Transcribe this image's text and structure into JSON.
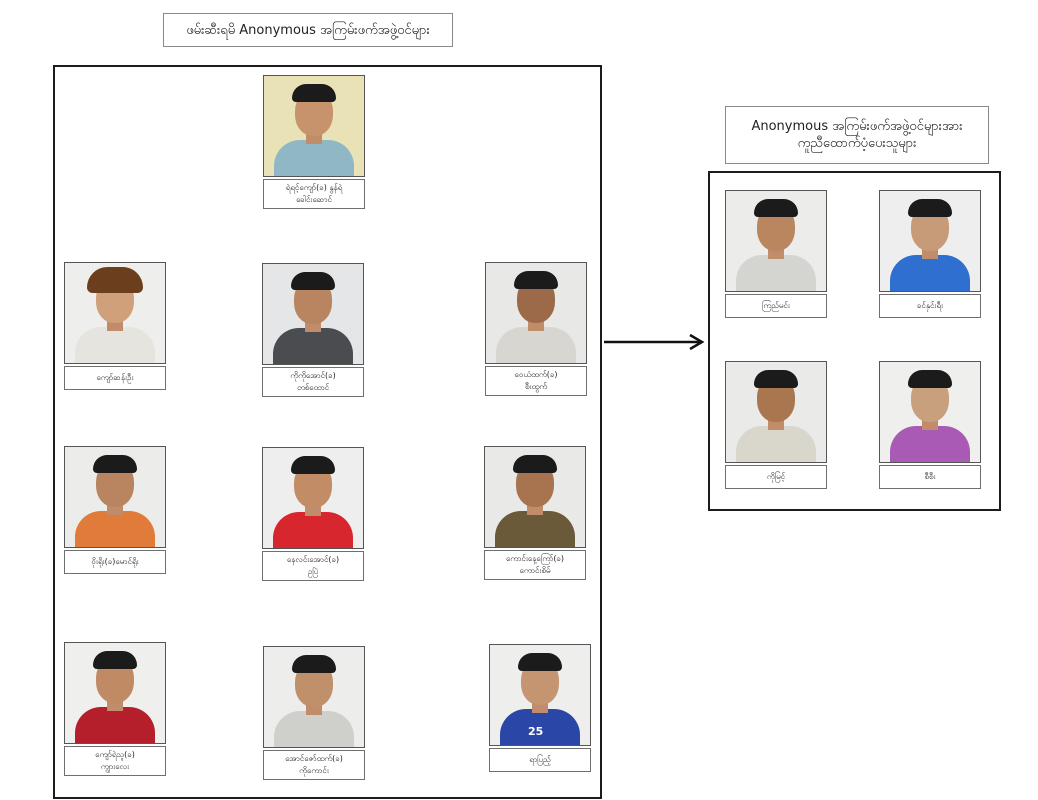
{
  "left_title": "ဖမ်းဆီးရမိ Anonymous အကြမ်းဖက်အဖွဲ့ဝင်များ",
  "right_title_line1": "Anonymous အကြမ်းဖက်အဖွဲ့ဝင်များအား",
  "right_title_line2": "ကူညီထောက်ပံ့ပေးသူများ",
  "left_people": [
    {
      "line1": "ရဲရင့်ကျော်(ခ) နွန်ရဲ",
      "line2": "ခေါင်းဆောင်"
    },
    {
      "line1": "ကျော်ဆန်းဦး",
      "line2": ""
    },
    {
      "line1": "ကိုကိုအောင်(ခ)",
      "line2": "တစ်ထောင်"
    },
    {
      "line1": "ဝေယံထက်(ခ)",
      "line2": "စီးထွက်"
    },
    {
      "line1": "ဝိုးရိုး(ခ)မောင်ရိုး",
      "line2": ""
    },
    {
      "line1": "နေလင်းအောင်(ခ)",
      "line2": "ဥပြဲ"
    },
    {
      "line1": "ကောင်းနေ့ကြော်(ခ)",
      "line2": "ကောင်းစိမ်"
    },
    {
      "line1": "ကျော်ရဲသူ(ခ)",
      "line2": "ကျွားလေး"
    },
    {
      "line1": "အောင်ဇော်ထက်(ခ)",
      "line2": "ကိုကောင်း"
    },
    {
      "line1": "ရာပြည့်",
      "line2": ""
    }
  ],
  "right_people": [
    {
      "line1": "ကြည်မင်း"
    },
    {
      "line1": "ခင်နှင်းရီး"
    },
    {
      "line1": "ကိုမြင့်"
    },
    {
      "line1": "စီစီး"
    }
  ],
  "photo_badge": "25",
  "colors": {
    "frame": "#1c1c1c",
    "caption_border": "#6f6f6f",
    "background": "#ffffff"
  }
}
